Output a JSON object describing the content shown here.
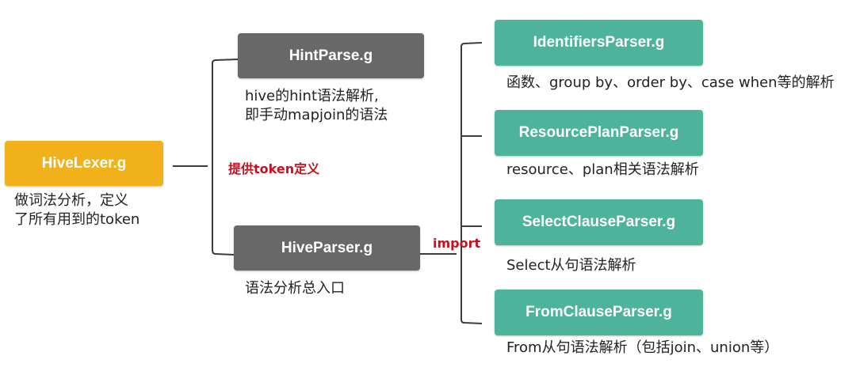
{
  "lexer": {
    "label": "HiveLexer.g",
    "desc_line1": "做词法分析，定义",
    "desc_line2": "了所有用到的token",
    "color": "#f0b11b"
  },
  "edge_lexer_to_parsers": {
    "label": "提供token定义",
    "color": "#c8101e"
  },
  "parsers": [
    {
      "label": "HintParse.g",
      "desc_line1": "hive的hint语法解析,",
      "desc_line2": "即手动mapjoin的语法",
      "color": "#686868"
    },
    {
      "label": "HiveParser.g",
      "desc_line1": "语法分析总入口",
      "color": "#686868"
    }
  ],
  "edge_import": {
    "label": "import",
    "color": "#c8101e"
  },
  "imported": [
    {
      "label": "IdentifiersParser.g",
      "desc": "函数、group by、order by、case when等的解析",
      "color": "#4db39a"
    },
    {
      "label": "ResourcePlanParser.g",
      "desc": "resource、plan相关语法解析",
      "color": "#4db39a"
    },
    {
      "label": "SelectClauseParser.g",
      "desc": "Select从句语法解析",
      "color": "#4db39a"
    },
    {
      "label": "FromClauseParser.g",
      "desc": "From从句语法解析（包括join、union等）",
      "color": "#4db39a"
    }
  ]
}
